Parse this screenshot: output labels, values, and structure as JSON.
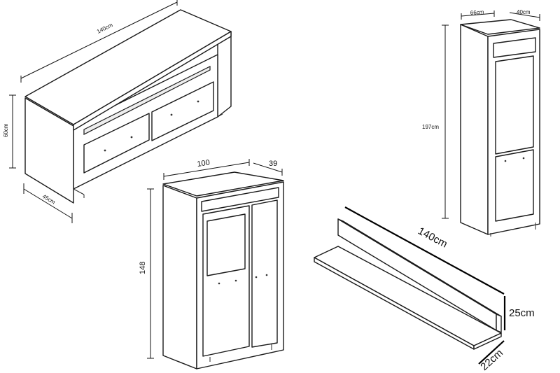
{
  "tv_unit": {
    "width_label": "140cm",
    "height_label": "60cm",
    "depth_label": "45cm"
  },
  "tall_cabinet": {
    "width_label": "66cm",
    "depth_label": "40cm",
    "height_label": "197cm"
  },
  "display_cabinet": {
    "width_label": "100",
    "depth_label": "39",
    "height_label": "148"
  },
  "wall_shelf": {
    "width_label": "140cm",
    "height_label": "25cm",
    "depth_label": "22cm"
  }
}
